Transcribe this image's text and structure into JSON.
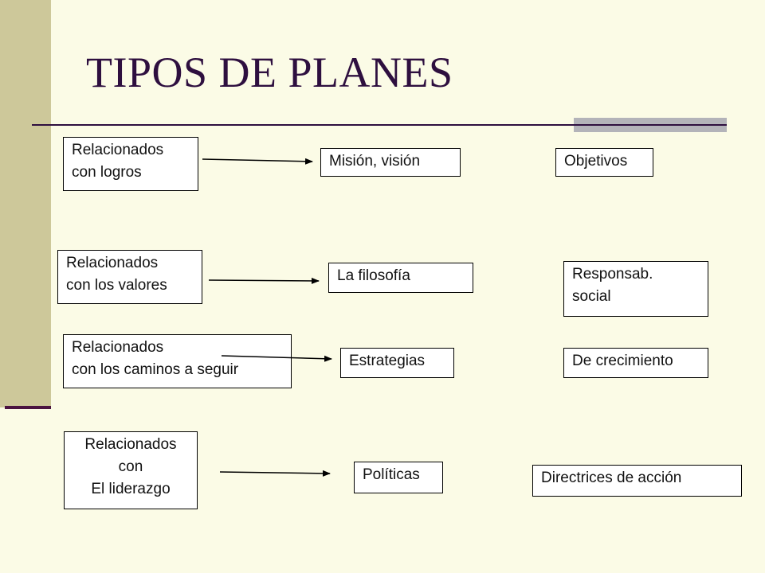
{
  "title": "TIPOS DE PLANES",
  "rows": [
    {
      "category": [
        "Relacionados",
        "con logros"
      ],
      "plan": "Misión, visión",
      "example": [
        "Objetivos"
      ]
    },
    {
      "category": [
        "Relacionados",
        "con los valores"
      ],
      "plan": "La filosofía",
      "example": [
        "Responsab.",
        "social"
      ]
    },
    {
      "category": [
        "Relacionados",
        "con los caminos a seguir"
      ],
      "plan": "Estrategias",
      "example": [
        "De crecimiento"
      ]
    },
    {
      "category": [
        "Relacionados",
        "con",
        "El liderazgo"
      ],
      "plan": "Políticas",
      "example": [
        "Directrices de acción"
      ]
    }
  ],
  "colors": {
    "background": "#fbfbe6",
    "sidebar": "#cdc89a",
    "title": "#2e0f3f",
    "accent": "#b3b3b9"
  }
}
